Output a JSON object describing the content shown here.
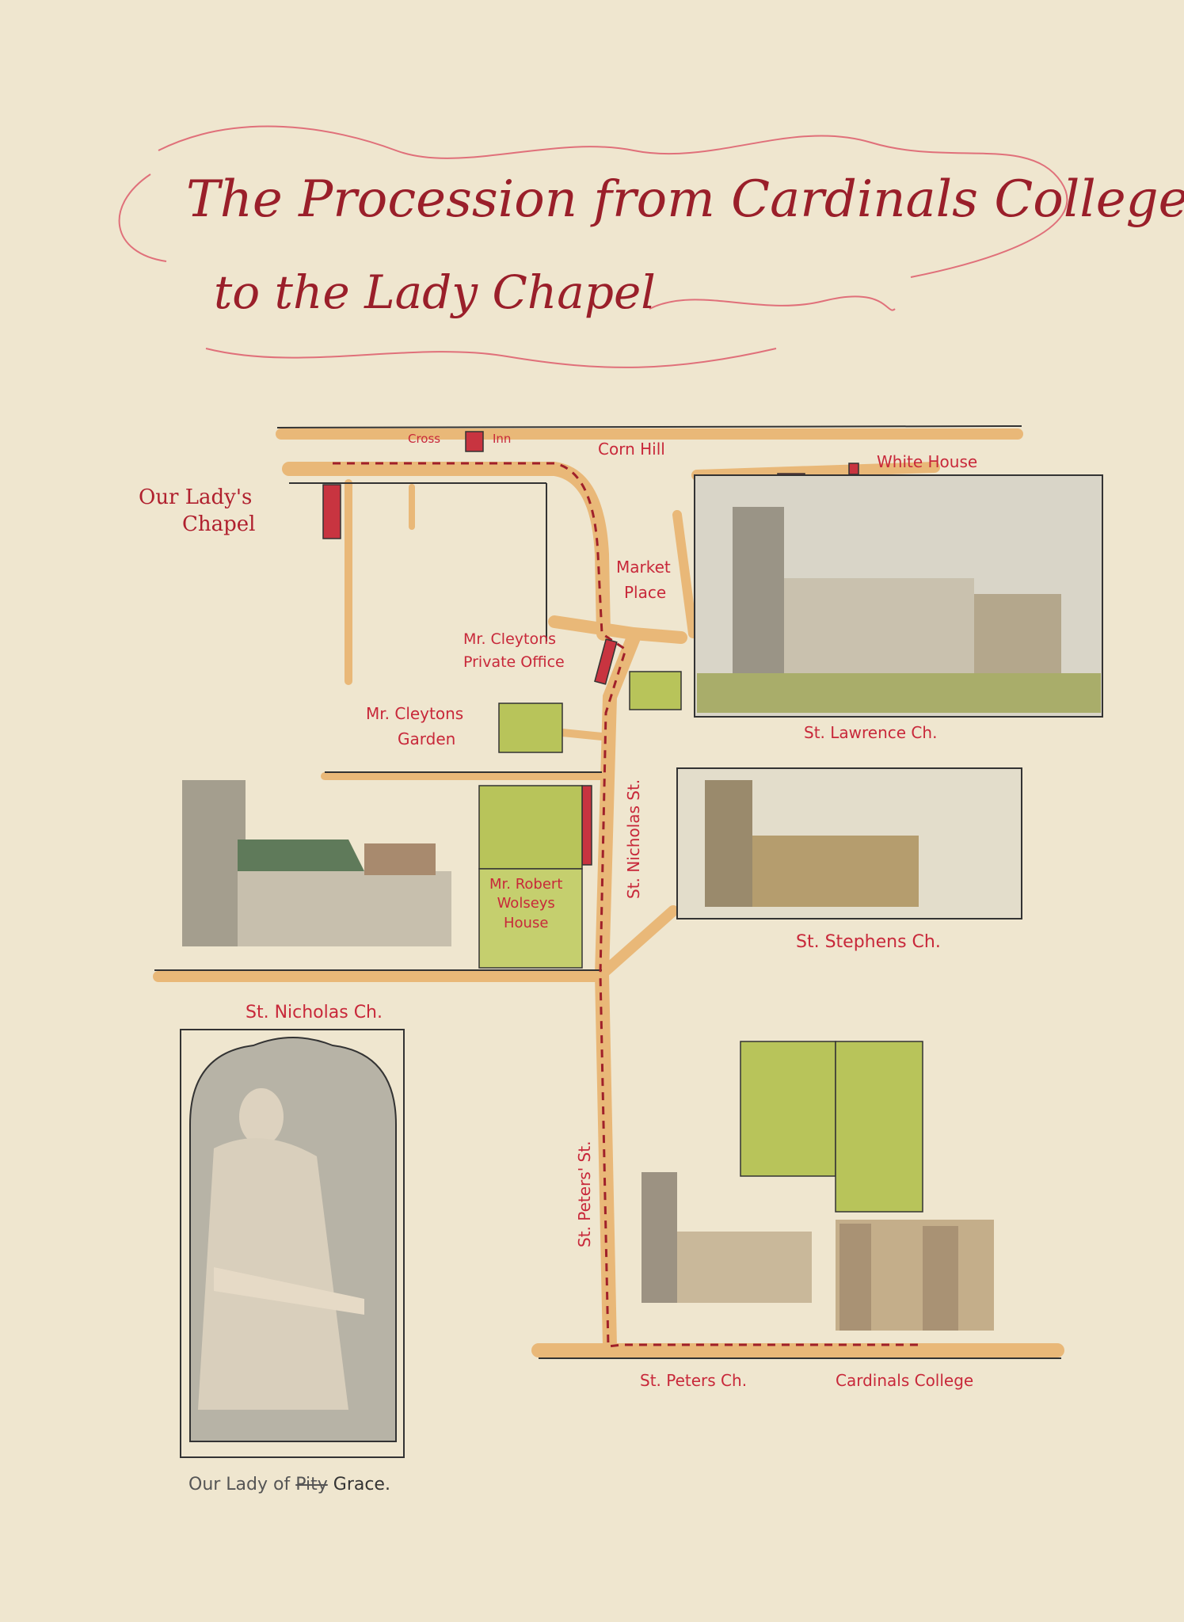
{
  "title": {
    "line1": "The Procession from Cardinals College",
    "line2": "to the Lady Chapel"
  },
  "labels": {
    "cross": "Cross",
    "inn": "Inn",
    "corn_hill": "Corn Hill",
    "white_house": "White House",
    "our_ladys_chapel_1": "Our Lady's",
    "our_ladys_chapel_2": "Chapel",
    "market_place_1": "Market",
    "market_place_2": "Place",
    "private_office_1": "Mr. Cleytons",
    "private_office_2": "Private Office",
    "garden_1": "Mr. Cleytons",
    "garden_2": "Garden",
    "st_lawrence": "St. Lawrence Ch.",
    "st_nicholas_st": "St. Nicholas St.",
    "wolsey_1": "Mr. Robert",
    "wolsey_2": "Wolseys",
    "wolsey_3": "House",
    "st_stephens": "St. Stephens Ch.",
    "st_nicholas_ch": "St. Nicholas Ch.",
    "st_peters_st": "St. Peters' St.",
    "st_peters_ch": "St. Peters Ch.",
    "cardinals_college": "Cardinals College"
  },
  "caption": {
    "prefix": "Our Lady of",
    "struck": "Pity",
    "suffix": "Grace."
  },
  "colors": {
    "paper": "#efe6cf",
    "road": "#e9b878",
    "ink_red": "#c8283a",
    "building_red": "#c83440",
    "garden_green": "#a9b84a",
    "route": "#a0202a"
  }
}
